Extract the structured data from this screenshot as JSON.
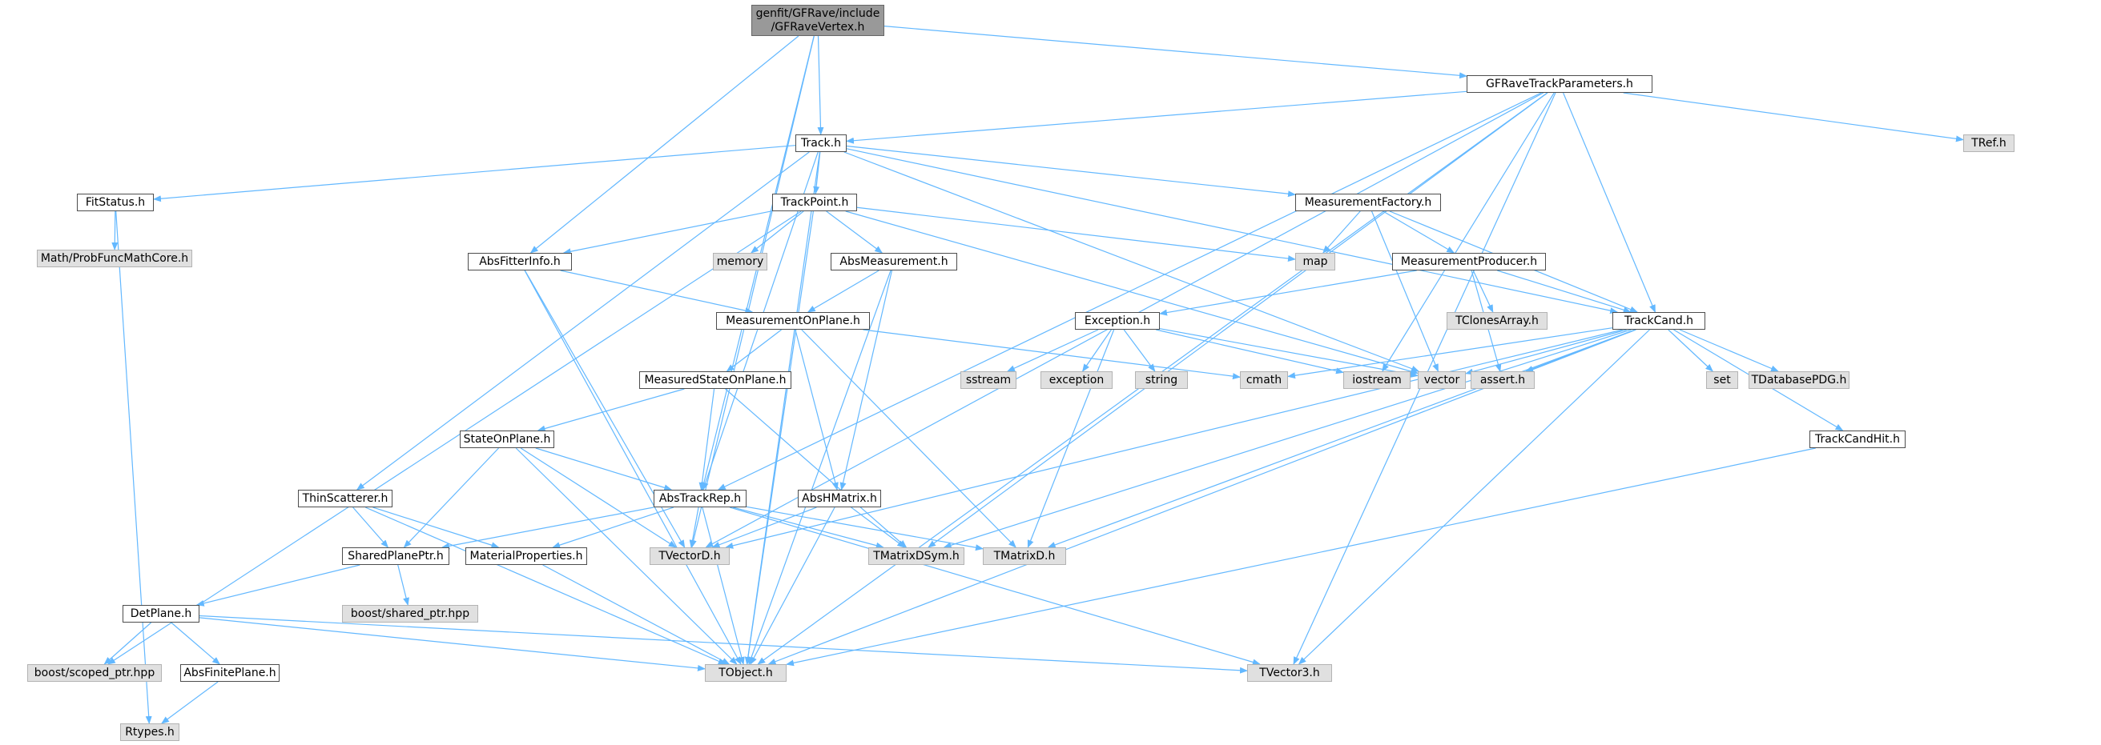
{
  "colors": {
    "edge": "#63b8ff",
    "root_fill": "#999999",
    "external_fill": "#e0e0e0",
    "internal_fill": "#ffffff"
  },
  "nodes": [
    {
      "id": "root",
      "lines": [
        "genfit/GFRave/include",
        "/GFRaveVertex.h"
      ],
      "kind": "root"
    },
    {
      "id": "gfrave",
      "lines": [
        "GFRaveTrackParameters.h"
      ],
      "kind": "internal"
    },
    {
      "id": "track",
      "lines": [
        "Track.h"
      ],
      "kind": "internal"
    },
    {
      "id": "tref",
      "lines": [
        "TRef.h"
      ],
      "kind": "external"
    },
    {
      "id": "fitstatus",
      "lines": [
        "FitStatus.h"
      ],
      "kind": "internal"
    },
    {
      "id": "trackpoint",
      "lines": [
        "TrackPoint.h"
      ],
      "kind": "internal"
    },
    {
      "id": "measfactory",
      "lines": [
        "MeasurementFactory.h"
      ],
      "kind": "internal"
    },
    {
      "id": "probfunc",
      "lines": [
        "Math/ProbFuncMathCore.h"
      ],
      "kind": "external"
    },
    {
      "id": "absfitter",
      "lines": [
        "AbsFitterInfo.h"
      ],
      "kind": "internal"
    },
    {
      "id": "memory",
      "lines": [
        "memory"
      ],
      "kind": "external"
    },
    {
      "id": "absmeas",
      "lines": [
        "AbsMeasurement.h"
      ],
      "kind": "internal"
    },
    {
      "id": "map",
      "lines": [
        "map"
      ],
      "kind": "external"
    },
    {
      "id": "measproducer",
      "lines": [
        "MeasurementProducer.h"
      ],
      "kind": "internal"
    },
    {
      "id": "measonplane",
      "lines": [
        "MeasurementOnPlane.h"
      ],
      "kind": "internal"
    },
    {
      "id": "exception_h",
      "lines": [
        "Exception.h"
      ],
      "kind": "internal"
    },
    {
      "id": "tclones",
      "lines": [
        "TClonesArray.h"
      ],
      "kind": "external"
    },
    {
      "id": "trackcand",
      "lines": [
        "TrackCand.h"
      ],
      "kind": "internal"
    },
    {
      "id": "measstate",
      "lines": [
        "MeasuredStateOnPlane.h"
      ],
      "kind": "internal"
    },
    {
      "id": "sstream",
      "lines": [
        "sstream"
      ],
      "kind": "external"
    },
    {
      "id": "exception",
      "lines": [
        "exception"
      ],
      "kind": "external"
    },
    {
      "id": "string",
      "lines": [
        "string"
      ],
      "kind": "external"
    },
    {
      "id": "cmath",
      "lines": [
        "cmath"
      ],
      "kind": "external"
    },
    {
      "id": "iostream",
      "lines": [
        "iostream"
      ],
      "kind": "external"
    },
    {
      "id": "vector",
      "lines": [
        "vector"
      ],
      "kind": "external"
    },
    {
      "id": "assert",
      "lines": [
        "assert.h"
      ],
      "kind": "external"
    },
    {
      "id": "set",
      "lines": [
        "set"
      ],
      "kind": "external"
    },
    {
      "id": "tdatabase",
      "lines": [
        "TDatabasePDG.h"
      ],
      "kind": "external"
    },
    {
      "id": "stateonplane",
      "lines": [
        "StateOnPlane.h"
      ],
      "kind": "internal"
    },
    {
      "id": "trackcandhit",
      "lines": [
        "TrackCandHit.h"
      ],
      "kind": "internal"
    },
    {
      "id": "thinscatterer",
      "lines": [
        "ThinScatterer.h"
      ],
      "kind": "internal"
    },
    {
      "id": "abstrackrep",
      "lines": [
        "AbsTrackRep.h"
      ],
      "kind": "internal"
    },
    {
      "id": "abshmatrix",
      "lines": [
        "AbsHMatrix.h"
      ],
      "kind": "internal"
    },
    {
      "id": "sharedplane",
      "lines": [
        "SharedPlanePtr.h"
      ],
      "kind": "internal"
    },
    {
      "id": "matprops",
      "lines": [
        "MaterialProperties.h"
      ],
      "kind": "internal"
    },
    {
      "id": "tvectord",
      "lines": [
        "TVectorD.h"
      ],
      "kind": "external"
    },
    {
      "id": "tmatrixdsym",
      "lines": [
        "TMatrixDSym.h"
      ],
      "kind": "external"
    },
    {
      "id": "tmatrixd",
      "lines": [
        "TMatrixD.h"
      ],
      "kind": "external"
    },
    {
      "id": "boostshared",
      "lines": [
        "boost/shared_ptr.hpp"
      ],
      "kind": "external"
    },
    {
      "id": "detplane",
      "lines": [
        "DetPlane.h"
      ],
      "kind": "internal"
    },
    {
      "id": "boostscoped",
      "lines": [
        "boost/scoped_ptr.hpp"
      ],
      "kind": "external"
    },
    {
      "id": "absfinite",
      "lines": [
        "AbsFinitePlane.h"
      ],
      "kind": "internal"
    },
    {
      "id": "tobject",
      "lines": [
        "TObject.h"
      ],
      "kind": "external"
    },
    {
      "id": "tvector3",
      "lines": [
        "TVector3.h"
      ],
      "kind": "external"
    },
    {
      "id": "rtypes",
      "lines": [
        "Rtypes.h"
      ],
      "kind": "external"
    }
  ],
  "edges": [
    [
      "root",
      "track"
    ],
    [
      "root",
      "gfrave"
    ],
    [
      "root",
      "abstrackrep"
    ],
    [
      "root",
      "tvectord"
    ],
    [
      "root",
      "absfitter"
    ],
    [
      "gfrave",
      "track"
    ],
    [
      "gfrave",
      "tref"
    ],
    [
      "gfrave",
      "trackcand"
    ],
    [
      "gfrave",
      "abstrackrep"
    ],
    [
      "gfrave",
      "tvectord"
    ],
    [
      "gfrave",
      "tmatrixdsym"
    ],
    [
      "gfrave",
      "tobject"
    ],
    [
      "gfrave",
      "tvector3"
    ],
    [
      "gfrave",
      "iostream"
    ],
    [
      "track",
      "fitstatus"
    ],
    [
      "track",
      "trackpoint"
    ],
    [
      "track",
      "measfactory"
    ],
    [
      "track",
      "trackcand"
    ],
    [
      "track",
      "abstrackrep"
    ],
    [
      "track",
      "vector"
    ],
    [
      "track",
      "tobject"
    ],
    [
      "track",
      "thinscatterer"
    ],
    [
      "fitstatus",
      "probfunc"
    ],
    [
      "fitstatus",
      "rtypes"
    ],
    [
      "trackpoint",
      "absfitter"
    ],
    [
      "trackpoint",
      "memory"
    ],
    [
      "trackpoint",
      "absmeas"
    ],
    [
      "trackpoint",
      "map"
    ],
    [
      "trackpoint",
      "vector"
    ],
    [
      "trackpoint",
      "tobject"
    ],
    [
      "trackpoint",
      "boostscoped"
    ],
    [
      "measfactory",
      "map"
    ],
    [
      "measfactory",
      "measproducer"
    ],
    [
      "measfactory",
      "trackcand"
    ],
    [
      "measfactory",
      "vector"
    ],
    [
      "absfitter",
      "measonplane"
    ],
    [
      "absfitter",
      "tvectord"
    ],
    [
      "absfitter",
      "tobject"
    ],
    [
      "absmeas",
      "measonplane"
    ],
    [
      "absmeas",
      "abshmatrix"
    ],
    [
      "absmeas",
      "tobject"
    ],
    [
      "measproducer",
      "exception_h"
    ],
    [
      "measproducer",
      "tclones"
    ],
    [
      "measproducer",
      "trackcand"
    ],
    [
      "measproducer",
      "assert"
    ],
    [
      "measonplane",
      "measstate"
    ],
    [
      "measonplane",
      "abshmatrix"
    ],
    [
      "measonplane",
      "tmatrixd"
    ],
    [
      "measonplane",
      "cmath"
    ],
    [
      "exception_h",
      "sstream"
    ],
    [
      "exception_h",
      "exception"
    ],
    [
      "exception_h",
      "string"
    ],
    [
      "exception_h",
      "iostream"
    ],
    [
      "exception_h",
      "vector"
    ],
    [
      "exception_h",
      "tmatrixd"
    ],
    [
      "trackcand",
      "trackcandhit"
    ],
    [
      "trackcand",
      "cmath"
    ],
    [
      "trackcand",
      "vector"
    ],
    [
      "trackcand",
      "assert"
    ],
    [
      "trackcand",
      "set"
    ],
    [
      "trackcand",
      "tdatabase"
    ],
    [
      "trackcand",
      "tvectord"
    ],
    [
      "trackcand",
      "tmatrixdsym"
    ],
    [
      "trackcand",
      "tobject"
    ],
    [
      "trackcand",
      "tvector3"
    ],
    [
      "trackcand",
      "tmatrixd"
    ],
    [
      "measstate",
      "stateonplane"
    ],
    [
      "measstate",
      "abstrackrep"
    ],
    [
      "measstate",
      "tmatrixdsym"
    ],
    [
      "stateonplane",
      "abstrackrep"
    ],
    [
      "stateonplane",
      "sharedplane"
    ],
    [
      "stateonplane",
      "tvectord"
    ],
    [
      "stateonplane",
      "tobject"
    ],
    [
      "trackcandhit",
      "tobject"
    ],
    [
      "thinscatterer",
      "sharedplane"
    ],
    [
      "thinscatterer",
      "matprops"
    ],
    [
      "thinscatterer",
      "tobject"
    ],
    [
      "abstrackrep",
      "sharedplane"
    ],
    [
      "abstrackrep",
      "matprops"
    ],
    [
      "abstrackrep",
      "tvectord"
    ],
    [
      "abstrackrep",
      "tmatrixdsym"
    ],
    [
      "abstrackrep",
      "tmatrixd"
    ],
    [
      "abstrackrep",
      "tobject"
    ],
    [
      "abstrackrep",
      "tvector3"
    ],
    [
      "abshmatrix",
      "tvectord"
    ],
    [
      "abshmatrix",
      "tmatrixdsym"
    ],
    [
      "abshmatrix",
      "tobject"
    ],
    [
      "sharedplane",
      "boostshared"
    ],
    [
      "sharedplane",
      "detplane"
    ],
    [
      "matprops",
      "tobject"
    ],
    [
      "detplane",
      "boostscoped"
    ],
    [
      "detplane",
      "absfinite"
    ],
    [
      "detplane",
      "tobject"
    ],
    [
      "detplane",
      "tvector3"
    ],
    [
      "absfinite",
      "rtypes"
    ]
  ]
}
